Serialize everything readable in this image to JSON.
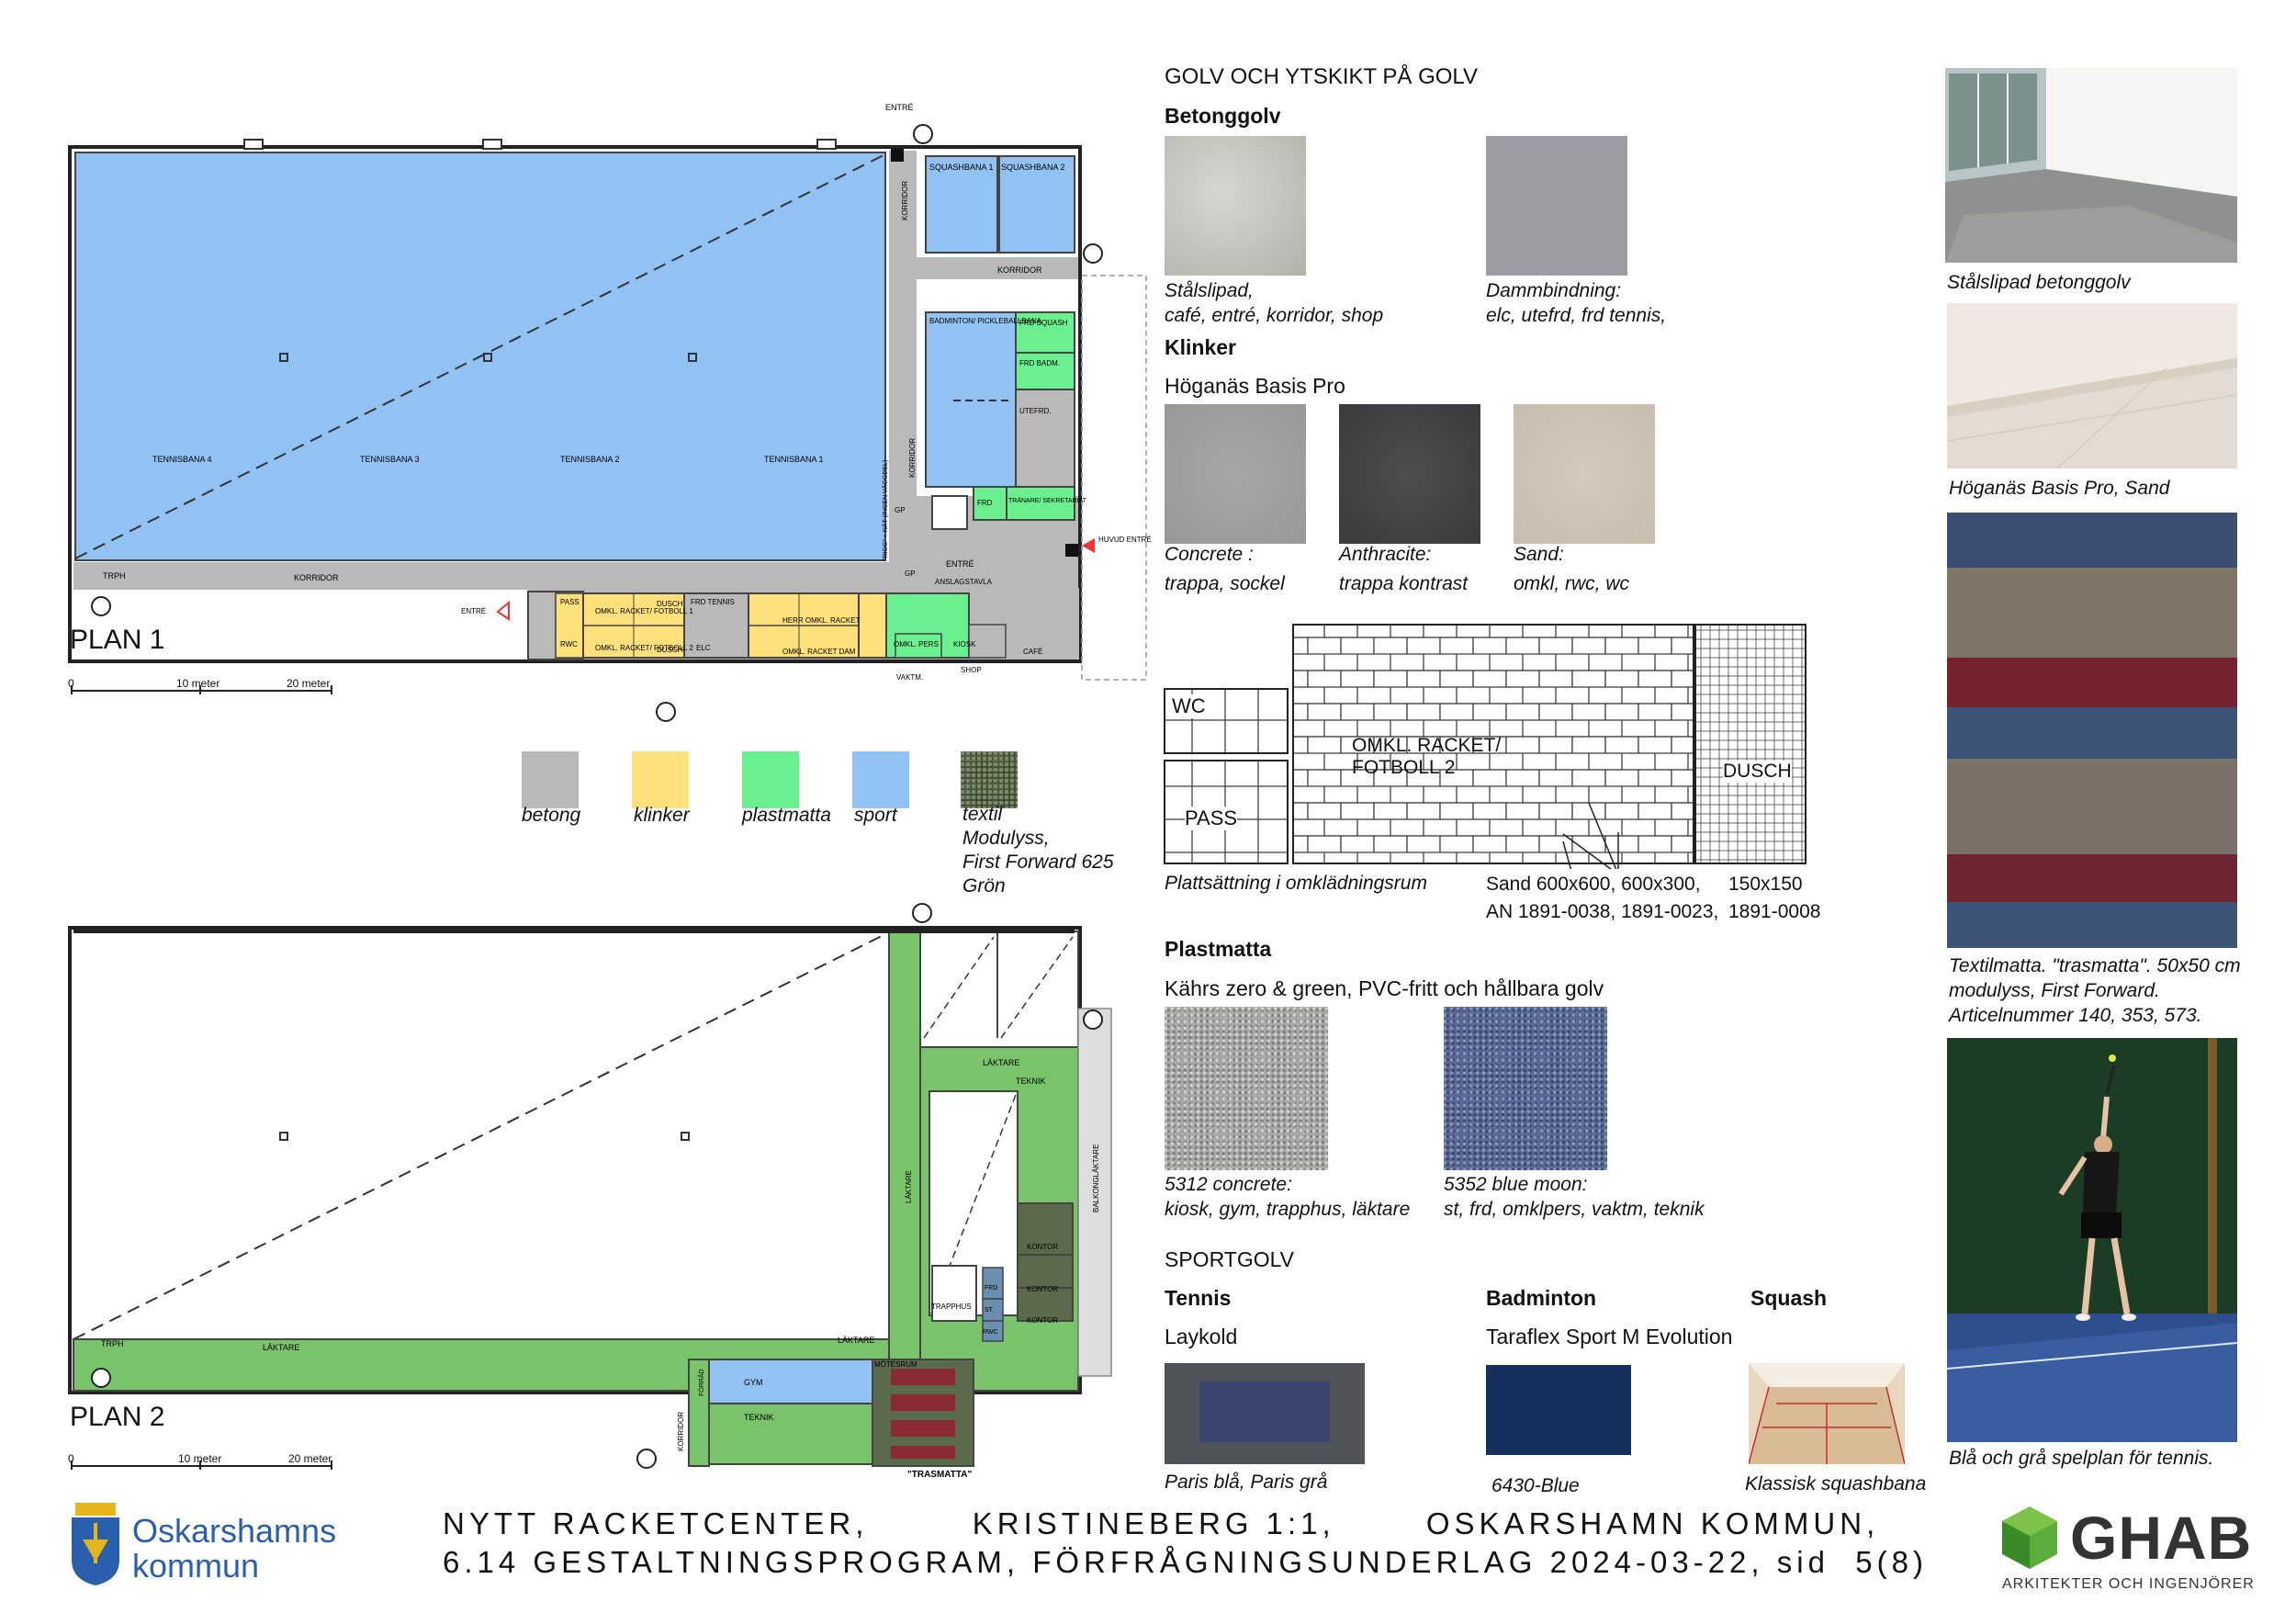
{
  "plan1": {
    "title": "PLAN 1",
    "scale": [
      "0",
      "10 meter",
      "20 meter"
    ],
    "labels": {
      "entre_top": "ENTRÉ",
      "entre_left": "ENTRÉ",
      "huvud_entre": "HUVUD ENTRÉ",
      "squash1": "SQUASHBANA 1",
      "squash2": "SQUASHBANA 2",
      "korridor_v": "KORRIDOR",
      "korridor_h": "KORRIDOR",
      "korridor_bottom": "KORRIDOR",
      "korridor_v2": "KORRIDOR",
      "badminton": "BADMINTON/ PICKLEBALLBANA",
      "frd_squash": "FRD SQUASH",
      "frd_badm": "FRD BADM.",
      "utefrd": "UTEFRD.",
      "tennis4": "TENNISBANA 4",
      "tennis3": "TENNISBANA 3",
      "tennis2": "TENNISBANA 2",
      "tennis1": "TENNISBANA 1",
      "trph": "TRPH",
      "gp1": "GP",
      "gp2": "GP",
      "entre_mid": "ENTRÉ",
      "frd": "FRD",
      "tranare": "TRÄNARE/ SEKRETARIAT",
      "anslag": "ANSLAGSTAVLA",
      "rigg": "\"RIGG\" + NÄT (INGEN VÄGGDEL)",
      "omkl1": "OMKL. RACKET/ FOTBOLL 1",
      "omkl2": "OMKL. RACKET/ FOTBOLL 2",
      "dusch1": "DUSCH",
      "dusch2": "DUSCH",
      "frd_tennis": "FRD TENNIS",
      "elc": "ELC",
      "herr": "HERR OMKL. RACKET",
      "dam": "OMKL. RACKET DAM",
      "pass": "PASS",
      "rwc": "RWC",
      "kiosk": "KIOSK",
      "omkl_pers": "OMKL. PERS",
      "shop": "SHOP",
      "cafe": "CAFÉ",
      "vaktm": "VAKTM."
    }
  },
  "plan2": {
    "title": "PLAN 2",
    "scale": [
      "0",
      "10 meter",
      "20 meter"
    ],
    "labels": {
      "laktare1": "LÄKTARE",
      "laktare2": "LÄKTARE",
      "laktare3": "LÄKTARE",
      "laktare4": "LÄKTARE",
      "teknik1": "TEKNIK",
      "teknik2": "TEKNIK",
      "balkong": "BALKONGLÄKTARE",
      "kontor1": "KONTOR",
      "kontor2": "KONTOR",
      "kontor3": "KONTOR",
      "trapphus": "TRAPPHUS",
      "frd": "FRD",
      "st": "ST.",
      "rwc": "RWC",
      "trph": "TRPH",
      "gym": "GYM",
      "korridor": "KORRIDOR",
      "forrad": "FÖRRÅD",
      "motesrum": "MÖTESRUM",
      "trasmatta": "\"TRASMATTA\""
    }
  },
  "legend": [
    {
      "label": "betong",
      "color": "#b9b9b9"
    },
    {
      "label": "klinker",
      "color": "#ffe07a"
    },
    {
      "label": "plastmatta",
      "color": "#6af08e"
    },
    {
      "label": "sport",
      "color": "#92c2f4"
    },
    {
      "label": "textil\nModulyss,\nFirst Forward 625\nGrön",
      "color": "#5a6a4a"
    }
  ],
  "materials": {
    "heading": "GOLV OCH YTSKIKT PÅ GOLV",
    "betong": {
      "title": "Betonggolv",
      "items": [
        {
          "caption": "Stålslipad,\ncafé, entré, korridor, shop"
        },
        {
          "caption": "Dammbindning:\nelc, utefrd, frd tennis,"
        }
      ]
    },
    "klinker": {
      "title": "Klinker",
      "subtitle": "Höganäs Basis Pro",
      "items": [
        {
          "caption": "Concrete :\n\ntrappa, sockel"
        },
        {
          "caption": "Anthracite:\n\ntrappa kontrast"
        },
        {
          "caption": "Sand:\n\nomkl, rwc, wc"
        }
      ]
    },
    "tiling": {
      "wc": "WC",
      "pass": "PASS",
      "omkl": "OMKL. RACKET/\nFOTBOLL 2",
      "dusch": "DUSCH",
      "caption": "Plattsättning i omklädningsrum",
      "sand": "Sand 600x600, 600x300,\nAN 1891-0038, 1891-0023,",
      "small": "150x150\n1891-0008"
    },
    "plastmatta": {
      "title": "Plastmatta",
      "subtitle": "Kährs zero & green, PVC-fritt och hållbara golv",
      "items": [
        {
          "caption": "5312 concrete:\nkiosk, gym, trapphus, läktare"
        },
        {
          "caption": "5352 blue moon:\nst, frd, omklpers, vaktm, teknik"
        }
      ]
    },
    "sport": {
      "title": "SPORTGOLV",
      "tennis": {
        "title": "Tennis",
        "product": "Laykold",
        "caption": "Paris blå, Paris grå"
      },
      "badminton": {
        "title": "Badminton",
        "product": "Taraflex Sport M Evolution",
        "caption": "6430-Blue"
      },
      "squash": {
        "title": "Squash",
        "caption": "Klassisk squashbana"
      }
    }
  },
  "photos": [
    {
      "caption": "Stålslipad betonggolv"
    },
    {
      "caption": "Höganäs Basis Pro, Sand"
    },
    {
      "caption": "Textilmatta. \"trasmatta\". 50x50 cm\nmodulyss, First Forward.\nArticelnummer 140, 353, 573."
    },
    {
      "caption": "Blå och grå spelplan för tennis."
    }
  ],
  "footer": {
    "logo_left": "Oskarshamns\nkommun",
    "line1": "NYTT RACKETCENTER,        KRISTINEBERG 1:1,       OSKARSHAMN KOMMUN,",
    "line2": "6.14 GESTALTNINGSPROGRAM, FÖRFRÅGNINGSUNDERLAG 2024-03-22, sid  5(8)",
    "logo_right": "GHAB",
    "logo_right_sub": "ARKITEKTER OCH INGENJÖRER"
  }
}
